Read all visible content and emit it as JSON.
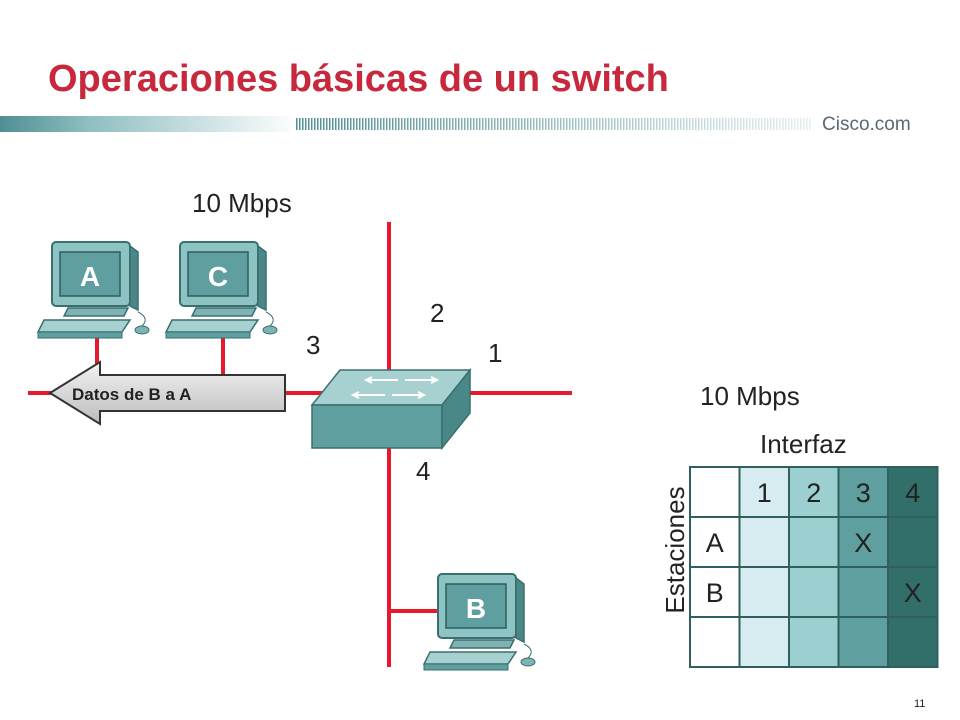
{
  "slide": {
    "title": "Operaciones básicas de un switch",
    "brand": "Cisco.com",
    "page_number": "11"
  },
  "network": {
    "speed_label": "10 Mbps",
    "ports": [
      "1",
      "2",
      "3",
      "4"
    ],
    "computers": [
      "A",
      "C",
      "B"
    ],
    "data_arrow_label": "Datos de B a A"
  },
  "table": {
    "speed_label": "10 Mbps",
    "column_header": "Interfaz",
    "row_header": "Estaciones",
    "columns": [
      "1",
      "2",
      "3",
      "4"
    ],
    "rows": [
      {
        "station": "A",
        "cells": [
          "",
          "",
          "X",
          ""
        ]
      },
      {
        "station": "B",
        "cells": [
          "",
          "",
          "",
          "X"
        ]
      },
      {
        "station": "",
        "cells": [
          "",
          "",
          "",
          ""
        ]
      }
    ]
  },
  "colors": {
    "title": "#c8283c",
    "link_line": "#e8192c",
    "device_teal": "#5f9f9f",
    "table_col_1": "#d6ecf0",
    "table_col_2": "#9ccfd0",
    "table_col_3": "#5f9f9f",
    "table_col_4": "#336f6a"
  }
}
